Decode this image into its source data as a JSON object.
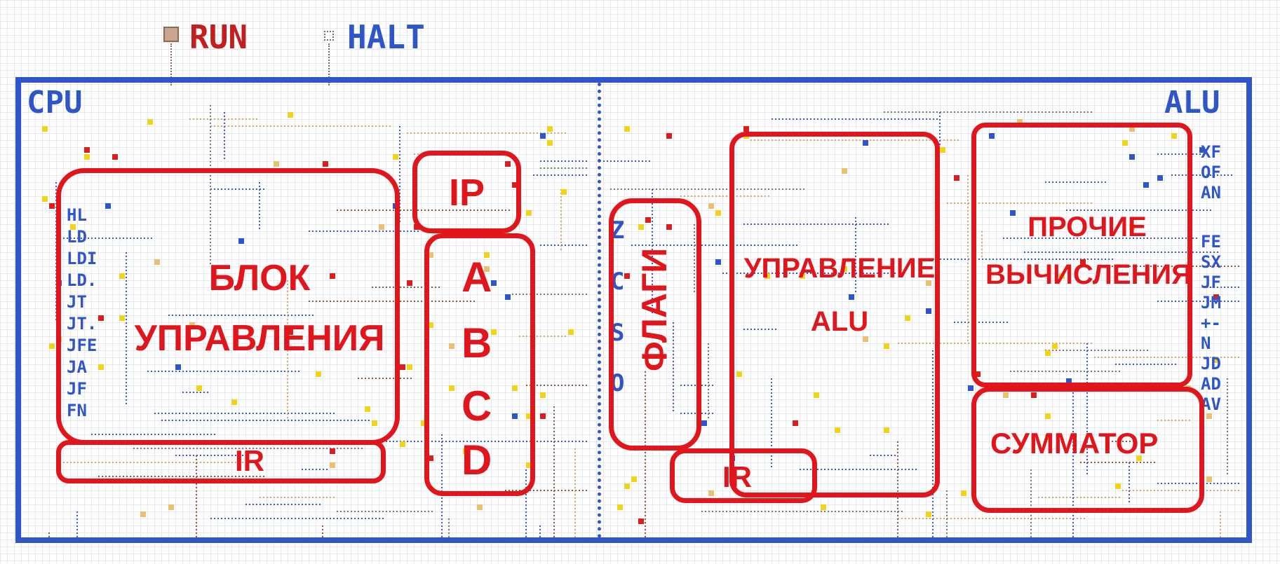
{
  "header": {
    "run_label": "RUN",
    "halt_label": "HALT"
  },
  "cpu": {
    "title": "CPU",
    "instructions": [
      "HL",
      "LD",
      "LDI",
      "LD.",
      "JT",
      "JT.",
      "JFE",
      "JA",
      "JF",
      "FN"
    ]
  },
  "flags_pins": [
    "Z",
    "C",
    "S",
    "O"
  ],
  "alu": {
    "title": "ALU",
    "ops": [
      "XF",
      "OF",
      "AN",
      "FE",
      "SX",
      "JF",
      "JM",
      "+-",
      "N",
      "JD",
      "AD",
      "AV"
    ]
  },
  "annotations": {
    "control_block": "БЛОК\nУПРАВЛЕНИЯ",
    "ir_left": "IR",
    "ip": "IP",
    "reg_a": "A",
    "reg_b": "B",
    "reg_c": "C",
    "reg_d": "D",
    "flags": "ФЛАГИ",
    "ir_right": "IR",
    "alu_control": "УПРАВЛЕНИЕ\nALU",
    "other_calc": "ПРОЧИЕ\nВЫЧИСЛЕНИЯ",
    "adder": "СУММАТОР"
  },
  "colors": {
    "frame": "#2f56c8",
    "annotation": "#e0161c",
    "run": "#c41f1f",
    "halt": "#2f56c8"
  }
}
